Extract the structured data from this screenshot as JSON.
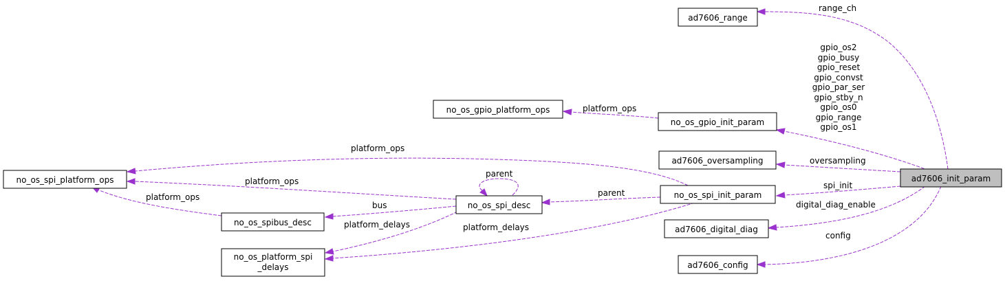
{
  "nodes": {
    "ad7606_range": "ad7606_range",
    "no_os_gpio_platform_ops": "no_os_gpio_platform_ops",
    "no_os_gpio_init_param": "no_os_gpio_init_param",
    "ad7606_oversampling": "ad7606_oversampling",
    "no_os_spi_platform_ops": "no_os_spi_platform_ops",
    "ad7606_init_param": "ad7606_init_param",
    "no_os_spi_desc": "no_os_spi_desc",
    "no_os_spi_init_param": "no_os_spi_init_param",
    "no_os_spibus_desc": "no_os_spibus_desc",
    "ad7606_digital_diag": "ad7606_digital_diag",
    "no_os_platform_spi_delays_line1": "no_os_platform_spi",
    "no_os_platform_spi_delays_line2": "_delays",
    "ad7606_config": "ad7606_config"
  },
  "edge_labels": {
    "range_ch": "range_ch",
    "gpio_fields": [
      "gpio_os2",
      "gpio_busy",
      "gpio_reset",
      "gpio_convst",
      "gpio_par_ser",
      "gpio_stby_n",
      "gpio_os0",
      "gpio_range",
      "gpio_os1"
    ],
    "gpio_platform_ops": "platform_ops",
    "spi_init_platform_ops": "platform_ops",
    "oversampling": "oversampling",
    "spi_desc_platform_ops": "platform_ops",
    "spi_init": "spi_init",
    "parent_self": "parent",
    "parent": "parent",
    "spibus_platform_ops": "platform_ops",
    "bus": "bus",
    "digital_diag_enable": "digital_diag_enable",
    "spi_desc_platform_delays": "platform_delays",
    "spi_init_platform_delays": "platform_delays",
    "config": "config"
  },
  "colors": {
    "edge": "#9a32cd",
    "focus_fill": "#bfbfbf"
  }
}
